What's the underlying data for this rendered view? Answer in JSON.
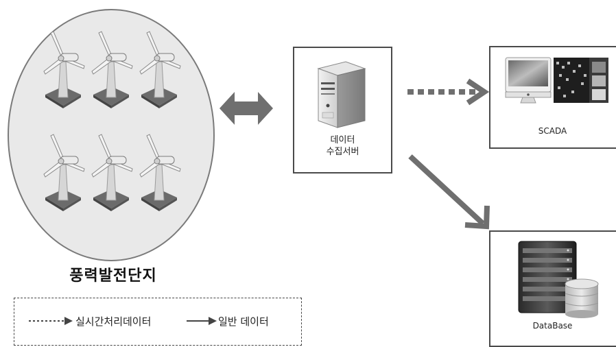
{
  "farm": {
    "title": "풍력발전단지",
    "turbine_count": 6
  },
  "server": {
    "label_line1": "데이터",
    "label_line2": "수집서버",
    "icon": "server-tower-icon"
  },
  "scada": {
    "label": "SCADA",
    "icon": "monitor-dashboard-icon"
  },
  "database": {
    "label": "DataBase",
    "icon": "database-server-icon"
  },
  "connections": [
    {
      "from": "farm",
      "to": "server",
      "style": "bidirectional"
    },
    {
      "from": "server",
      "to": "scada",
      "style": "dotted"
    },
    {
      "from": "server",
      "to": "database",
      "style": "solid"
    }
  ],
  "legend": {
    "realtime_label": "실시간처리데이터",
    "normal_label": "일반 데이터"
  },
  "colors": {
    "ellipse_fill": "#e9e9e9",
    "ellipse_stroke": "#7a7a7a",
    "arrow": "#6f6f6f",
    "box_border": "#4a4a4a"
  }
}
